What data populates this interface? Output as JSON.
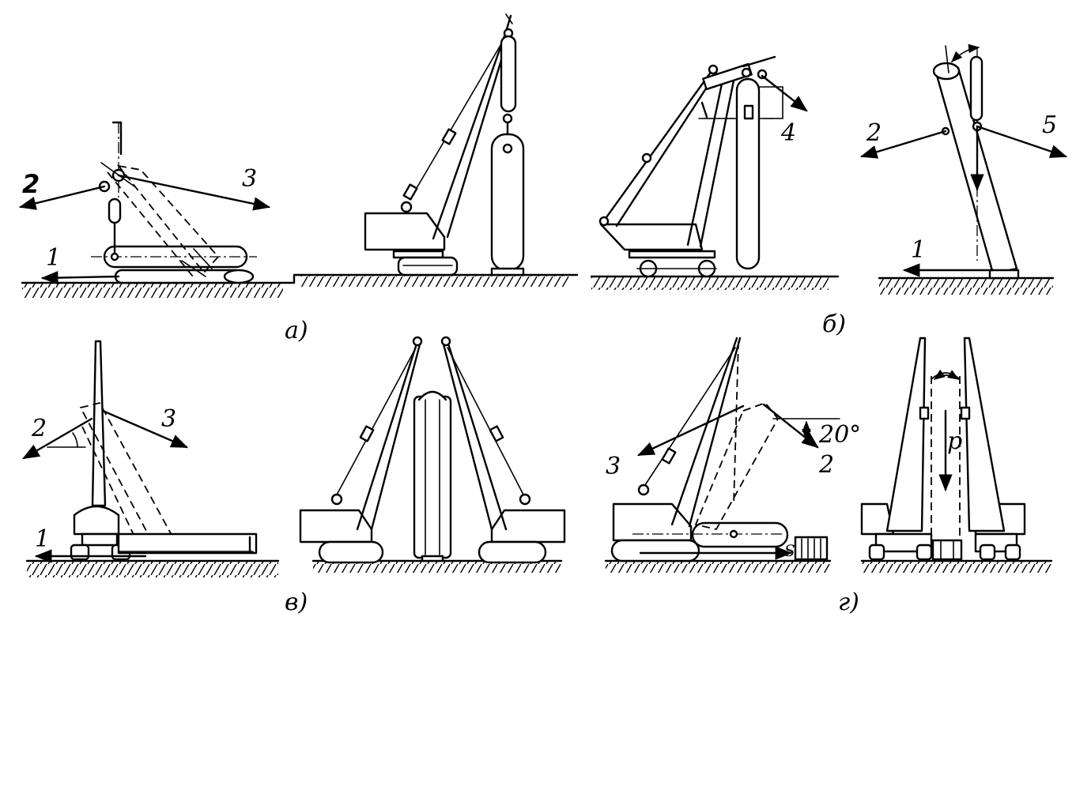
{
  "labels": {
    "a_n1": "1",
    "a_n2": "2",
    "a_n3": "3",
    "b_n4": "4",
    "b_n2": "2",
    "b_n5": "5",
    "b_n1": "1",
    "v_n2": "2",
    "v_n3": "3",
    "v_n1": "1",
    "g_n3": "3",
    "g_n2": "2",
    "g_angle": "20°",
    "g_p": "p",
    "g_s": "S"
  },
  "captions": {
    "a": "а)",
    "b": "б)",
    "v": "в)",
    "g": "г)"
  }
}
